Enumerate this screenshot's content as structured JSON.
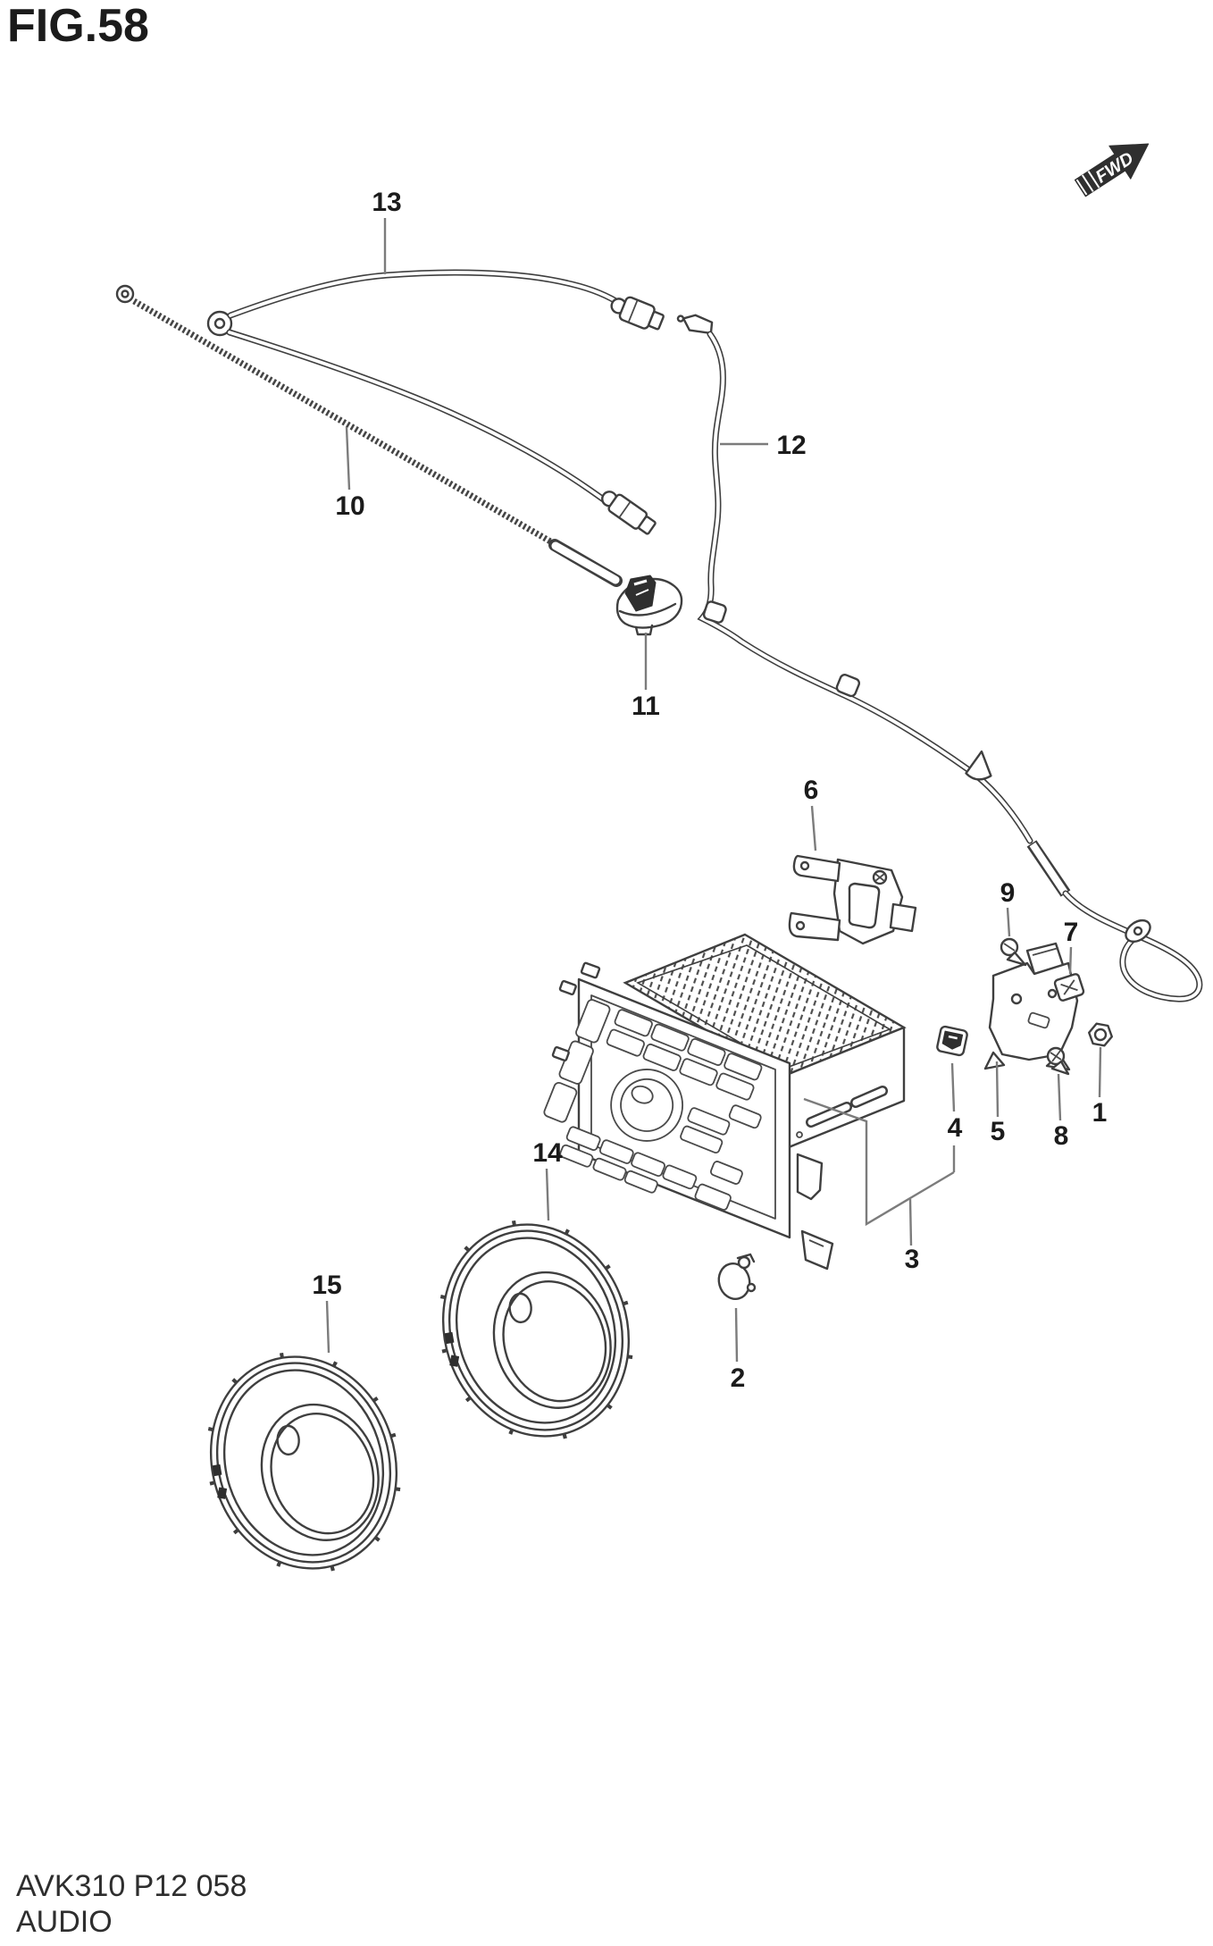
{
  "figure": {
    "number": "FIG.58",
    "part_code": "AVK310 P12 058",
    "title": "AUDIO"
  },
  "direction": {
    "label": "FWD"
  },
  "callouts": [
    {
      "label": "1"
    },
    {
      "label": "2"
    },
    {
      "label": "3"
    },
    {
      "label": "4"
    },
    {
      "label": "5"
    },
    {
      "label": "6"
    },
    {
      "label": "7"
    },
    {
      "label": "8"
    },
    {
      "label": "9"
    },
    {
      "label": "10"
    },
    {
      "label": "11"
    },
    {
      "label": "12"
    },
    {
      "label": "13"
    },
    {
      "label": "14"
    },
    {
      "label": "15"
    }
  ]
}
